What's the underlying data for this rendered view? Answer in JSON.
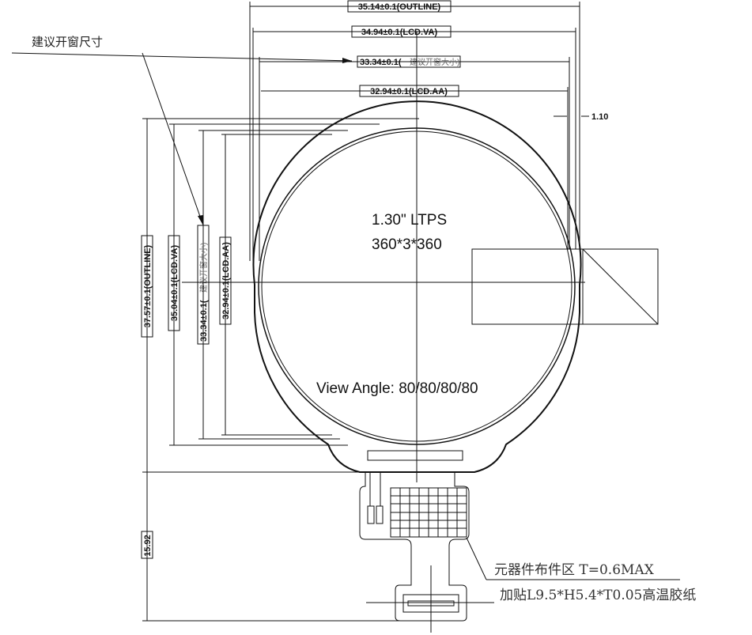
{
  "callout_window": "建议开窗尺寸",
  "dims_horizontal": {
    "outline": "35.14±0.1(OUTLINE)",
    "lcd_va": "34.94±0.1(LCD.VA)",
    "window": "33.34±0.1(",
    "window_cn": "建议开窗大小)",
    "lcd_aa": "32.94±0.1(LCD.AA)",
    "offset": "1.10"
  },
  "dims_vertical": {
    "outline": "37.57±0.1(OUTLINE)",
    "lcd_va": "35.04±0.1(LCD.VA)",
    "window": "33.34±0.1(",
    "window_cn": "建议开窗大小)",
    "lcd_aa": "32.94±0.1(LCD.AA)",
    "fpc": "15.92"
  },
  "panel": {
    "size": "1.30\" LTPS",
    "resolution": "360*3*360",
    "view_angle": "View Angle:  80/80/80/80"
  },
  "fpc_notes": {
    "components": "元器件布件区  T=0.6MAX",
    "tape": "加贴L9.5*H5.4*T0.05高温胶纸"
  }
}
